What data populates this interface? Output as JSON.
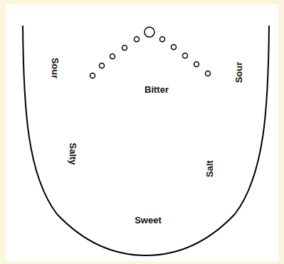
{
  "diagram": {
    "labels": [
      "Sour",
      "Sour",
      "Bitter",
      "Salty",
      "Salt",
      "Sweet"
    ]
  }
}
